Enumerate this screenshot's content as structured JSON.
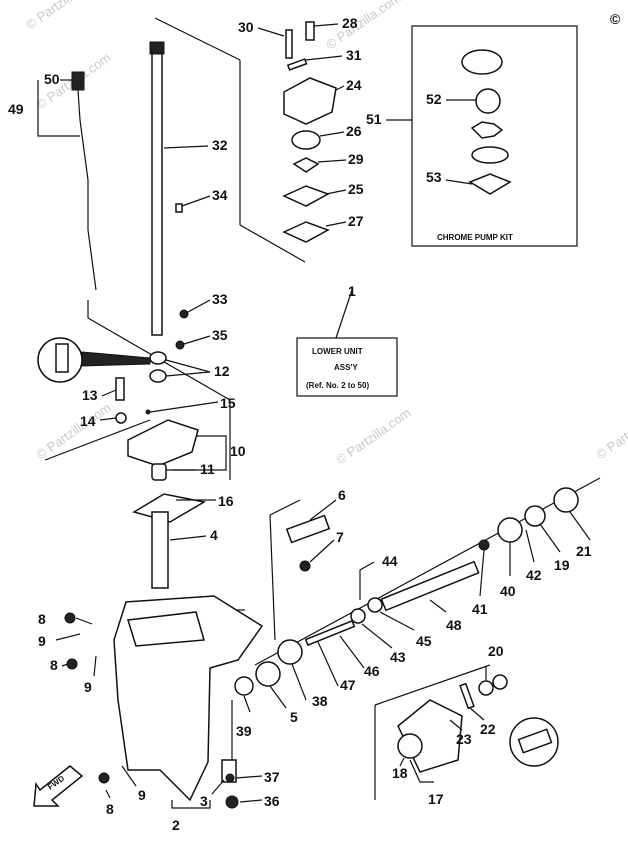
{
  "copyright_mark": "©",
  "watermarks": [
    "© Partzilla.com",
    "© Partzilla.com",
    "© Partzilla.com",
    "© Partzilla.com",
    "© Partzilla.com",
    "© Partzilla.com"
  ],
  "kit_label": "CHROME PUMP KIT",
  "assy_box": {
    "line1": "LOWER UNIT",
    "line2": "ASS'Y",
    "line3": "(Ref. No. 2 to 50)"
  },
  "fwd_label": "FWD",
  "callouts": [
    "30",
    "28",
    "31",
    "24",
    "26",
    "29",
    "25",
    "27",
    "51",
    "52",
    "53",
    "32",
    "34",
    "33",
    "35",
    "1",
    "50",
    "49",
    "12",
    "13",
    "15",
    "14",
    "10",
    "11",
    "16",
    "6",
    "4",
    "7",
    "44",
    "21",
    "19",
    "42",
    "40",
    "41",
    "48",
    "45",
    "43",
    "46",
    "47",
    "38",
    "39",
    "5",
    "8",
    "9",
    "8",
    "9",
    "20",
    "22",
    "23",
    "18",
    "17",
    "37",
    "36",
    "3",
    "2",
    "8",
    "9"
  ]
}
